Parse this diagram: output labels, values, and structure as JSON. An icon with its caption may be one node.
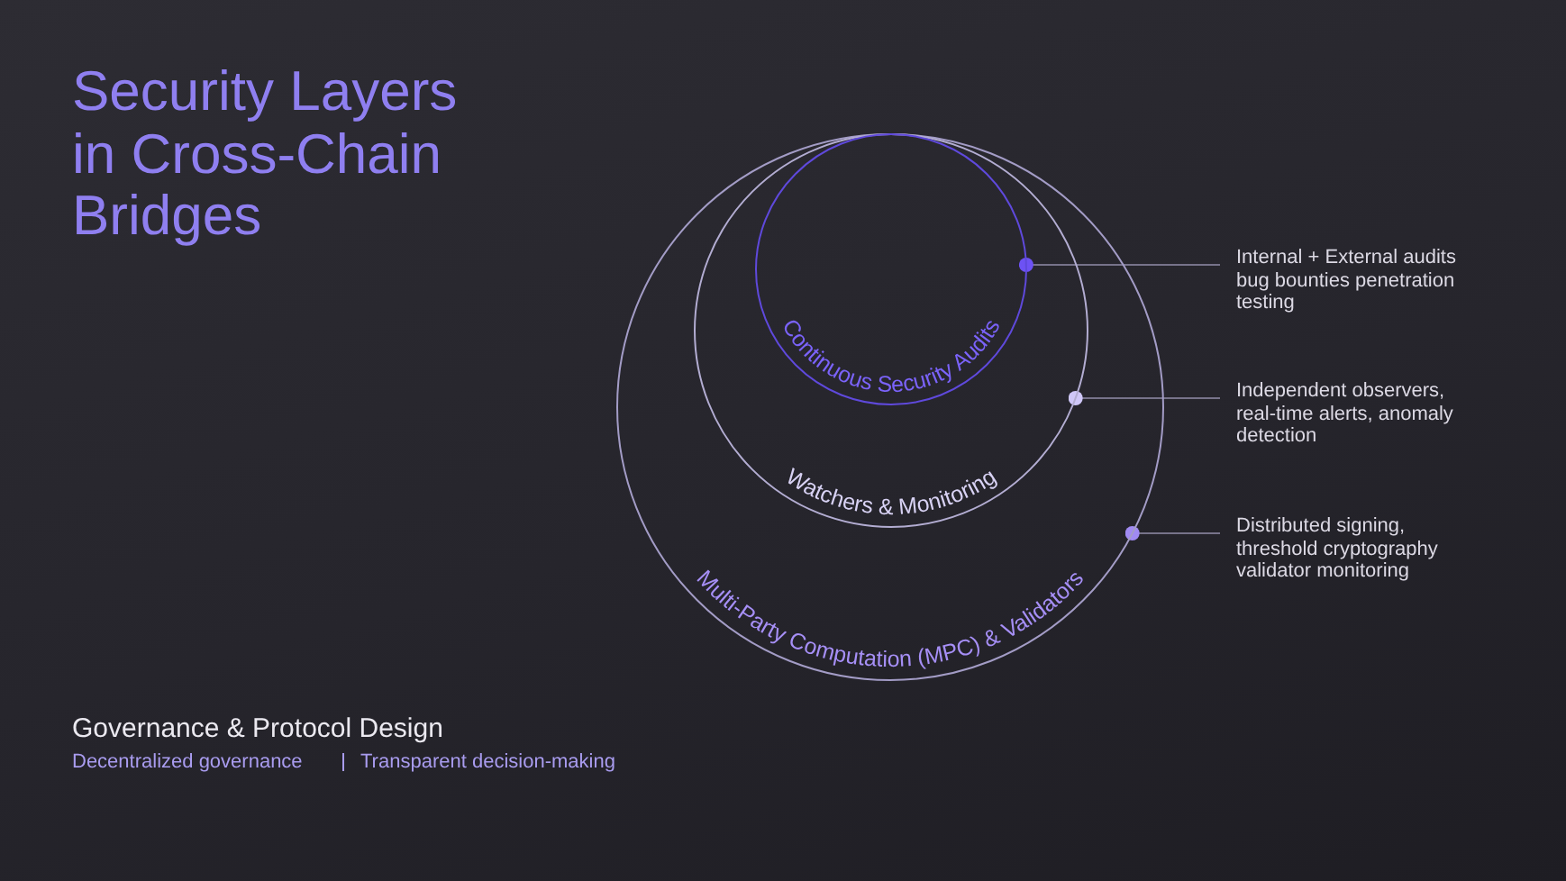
{
  "diagram": {
    "title": "Security Layers in Cross-Chain Bridges",
    "nodes": [
      {
        "text": [
          "Multi-Party Computation (MPC) & Validators"
        ]
      },
      {
        "text": [
          "Watchers & Monitoring"
        ],
        "in": 0
      },
      {
        "text": [
          "Continuous Security Audits"
        ],
        "in": 1
      },
      {
        "text": [
          "Internal + External audits bug bounties penetration testing"
        ]
      },
      {
        "text": [
          "Independent observers, real-time alerts, anomaly detection"
        ]
      },
      {
        "text": [
          "Distributed signing, threshold cryptography validator monitoring"
        ]
      }
    ],
    "edges": [
      {
        "from": 3,
        "to": 2,
        "arrow": "other"
      },
      {
        "from": 4,
        "to": 1,
        "arrow": "other"
      },
      {
        "from": 5,
        "to": 0,
        "arrow": "other"
      }
    ],
    "labels": [
      "Governance & Protocol Design",
      "Decentralized governance",
      "Transparent decision-making"
    ]
  }
}
